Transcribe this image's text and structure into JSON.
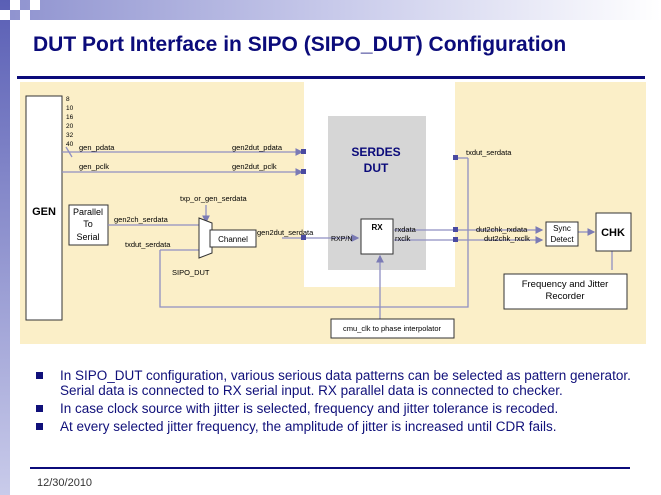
{
  "title": "DUT Port Interface in SIPO (SIPO_DUT) Configuration",
  "diagram": {
    "gen": "GEN",
    "widths": [
      "8",
      "10",
      "16",
      "20",
      "32",
      "40"
    ],
    "gen_pdata": "gen_pdata",
    "gen_pclk": "gen_pclk",
    "gen2dut_pdata": "gen2dut_pdata",
    "gen2dut_pclk": "gen2dut_pclk",
    "p2s_line1": "Parallel",
    "p2s_line2": "To",
    "p2s_line3": "Serial",
    "gen2ch_serdata": "gen2ch_serdata",
    "txdut_serdata_left": "txdut_serdata",
    "txp_or_gen_serdata": "txp_or_gen_serdata",
    "sipo_dut": "SIPO_DUT",
    "channel": "Channel",
    "gen2dut_serdata": "gen2dut_serdata",
    "rxpn": "RXP/N",
    "serdes_line1": "SERDES",
    "serdes_line2": "DUT",
    "rx": "RX",
    "rxdata": "rxdata",
    "rxclk": "rxclk",
    "txdut_serdata_right": "txdut_serdata",
    "dut2chk_rxdata": "dut2chk_rxdata",
    "dut2chk_rxclk": "dut2chk_rxclk",
    "sync_line1": "Sync",
    "sync_line2": "Detect",
    "chk": "CHK",
    "freq_line1": "Frequency and Jitter",
    "freq_line2": "Recorder",
    "cmu": "cmu_clk to phase interpolator"
  },
  "bullets": [
    "In SIPO_DUT configuration, various serious data patterns can be selected as pattern generator. Serial data is connected to RX serial input. RX parallel data is connected to checker.",
    "In case clock source with jitter is selected, frequency and jitter tolerance is recoded.",
    "At every selected jitter frequency, the amplitude of jitter is increased until CDR fails."
  ],
  "date": "12/30/2010",
  "colors": {
    "title": "#0b0b7a",
    "diagram_bg": "#fbefc8",
    "serdes_bg": "#d6d6d6",
    "wire": "#8f8fc2"
  }
}
